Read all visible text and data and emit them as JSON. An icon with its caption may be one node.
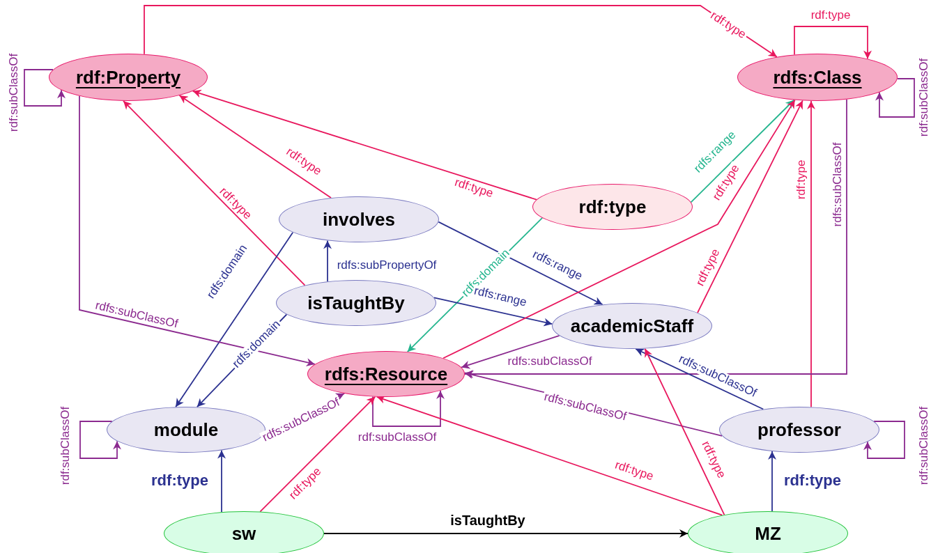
{
  "diagram": {
    "nodes": [
      {
        "text": [
          "rdf:Property"
        ]
      },
      {
        "text": [
          "rdfs:Class"
        ]
      },
      {
        "text": [
          "involves"
        ]
      },
      {
        "text": [
          "rdf:type"
        ]
      },
      {
        "text": [
          "isTaughtBy"
        ]
      },
      {
        "text": [
          "academicStaff"
        ]
      },
      {
        "text": [
          "rdfs:Resource"
        ]
      },
      {
        "text": [
          "module"
        ]
      },
      {
        "text": [
          "professor"
        ]
      },
      {
        "text": [
          "sw"
        ]
      },
      {
        "text": [
          "MZ"
        ]
      }
    ],
    "edges": [
      {
        "from": 0,
        "to": 1,
        "arrow": "to",
        "label": "rdf:type"
      },
      {
        "from": 1,
        "to": 1,
        "arrow": "to",
        "label": "rdf:type"
      },
      {
        "from": 1,
        "to": 1,
        "arrow": "to",
        "label": "rdf:subClassOf",
        "color": "#8b2a8f"
      },
      {
        "from": 0,
        "to": 0,
        "arrow": "to",
        "label": "rdf:subClassOf",
        "color": "#8b2a8f"
      },
      {
        "from": 2,
        "to": 0,
        "arrow": "to",
        "label": "rdf:type"
      },
      {
        "from": 4,
        "to": 0,
        "arrow": "to",
        "label": "rdf:type"
      },
      {
        "from": 3,
        "to": 0,
        "arrow": "to",
        "label": "rdf:type"
      },
      {
        "from": 3,
        "to": 1,
        "arrow": "to",
        "label": "rdfs:range",
        "color": "#24b58e"
      },
      {
        "from": 3,
        "to": 6,
        "arrow": "to",
        "label": "rdfs:domain",
        "color": "#24b58e"
      },
      {
        "from": 4,
        "to": 2,
        "arrow": "to",
        "label": "rdfs:subPropertyOf",
        "color": "#2b3190"
      },
      {
        "from": 2,
        "to": 5,
        "arrow": "to",
        "label": "rdfs:range",
        "color": "#2b3190"
      },
      {
        "from": 4,
        "to": 5,
        "arrow": "to",
        "label": "rdfs:range",
        "color": "#2b3190"
      },
      {
        "from": 2,
        "to": 7,
        "arrow": "to",
        "label": "rdfs:domain",
        "color": "#2b3190"
      },
      {
        "from": 4,
        "to": 7,
        "arrow": "to",
        "label": "rdfs:domain",
        "color": "#2b3190"
      },
      {
        "from": 0,
        "to": 6,
        "arrow": "to",
        "label": "rdfs:subClassOf",
        "color": "#8b2a8f"
      },
      {
        "from": 6,
        "to": 1,
        "arrow": "to",
        "label": "rdf:type"
      },
      {
        "from": 5,
        "to": 1,
        "arrow": "to",
        "label": "rdf:type"
      },
      {
        "from": 8,
        "to": 1,
        "arrow": "to",
        "label": "rdf:type"
      },
      {
        "from": 1,
        "to": 6,
        "arrow": "to",
        "label": "rdfs:subClassOf",
        "color": "#8b2a8f"
      },
      {
        "from": 5,
        "to": 6,
        "arrow": "to",
        "label": "rdfs:subClassOf",
        "color": "#8b2a8f"
      },
      {
        "from": 8,
        "to": 6,
        "arrow": "to",
        "label": "rdfs:subClassOf",
        "color": "#8b2a8f"
      },
      {
        "from": 8,
        "to": 5,
        "arrow": "to",
        "label": "rdfs:subClassOf",
        "color": "#2b3190"
      },
      {
        "from": 7,
        "to": 6,
        "arrow": "to",
        "label": "rdfs:subClassOf",
        "color": "#8b2a8f"
      },
      {
        "from": 6,
        "to": 6,
        "arrow": "to",
        "label": "rdf:subClassOf",
        "color": "#8b2a8f"
      },
      {
        "from": 7,
        "to": 7,
        "arrow": "to",
        "label": "rdf:subClassOf",
        "color": "#8b2a8f"
      },
      {
        "from": 8,
        "to": 8,
        "arrow": "to",
        "label": "rdf:subClassOf",
        "color": "#8b2a8f"
      },
      {
        "from": 9,
        "to": 7,
        "arrow": "to",
        "label": "rdf:type",
        "color": "#2b3190"
      },
      {
        "from": 9,
        "to": 6,
        "arrow": "to",
        "label": "rdf:type"
      },
      {
        "from": 10,
        "to": 6,
        "arrow": "to",
        "label": "rdf:type"
      },
      {
        "from": 10,
        "to": 5,
        "arrow": "to",
        "label": "rdf:type"
      },
      {
        "from": 10,
        "to": 8,
        "arrow": "to",
        "label": "rdf:type",
        "color": "#2b3190"
      },
      {
        "from": 9,
        "to": 10,
        "arrow": "to",
        "label": "isTaughtBy",
        "color": "#000000"
      }
    ]
  }
}
